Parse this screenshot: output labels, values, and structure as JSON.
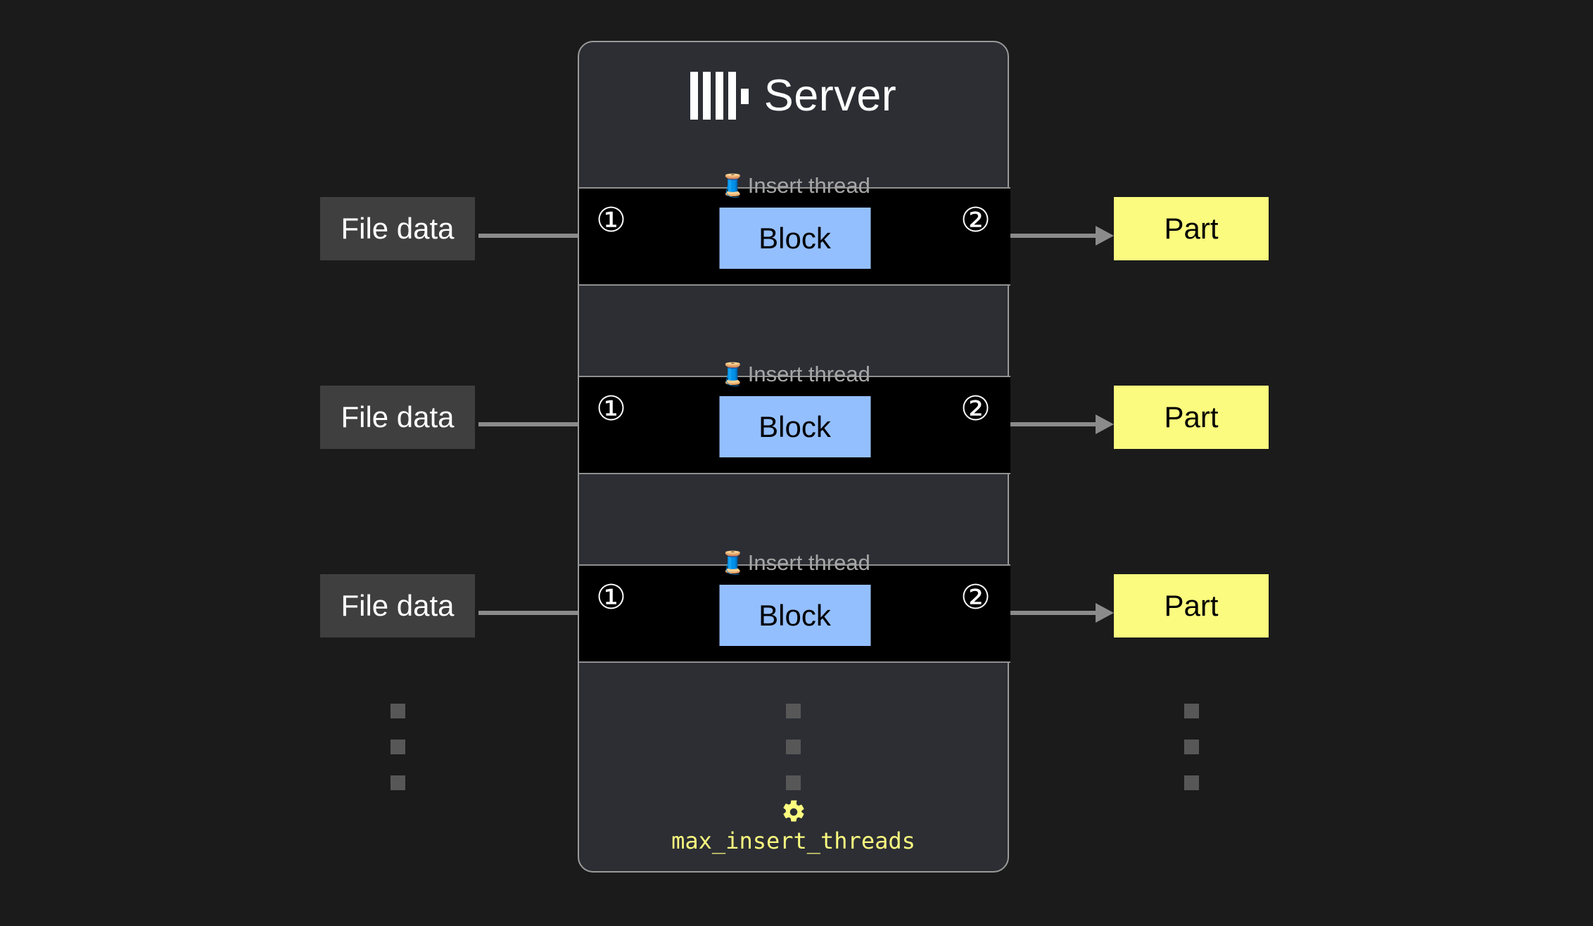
{
  "page": {
    "background_color": "#1b1b1b",
    "title": "ClickHouse parallel insert threads diagram"
  },
  "server": {
    "title": "Server",
    "logo_icon": "clickhouse-logo-icon",
    "card_color": "#2c2e34",
    "border_color": "#9a9a9a",
    "setting": {
      "icon": "gear-icon",
      "name": "max_insert_threads",
      "color": "#fbfb7f"
    },
    "threads": [
      {
        "emoji": "🧵",
        "label": "Insert thread",
        "block_label": "Block",
        "block_color": "#94bfff",
        "step_in": "①",
        "step_out": "②"
      },
      {
        "emoji": "🧵",
        "label": "Insert thread",
        "block_label": "Block",
        "block_color": "#94bfff",
        "step_in": "①",
        "step_out": "②"
      },
      {
        "emoji": "🧵",
        "label": "Insert thread",
        "block_label": "Block",
        "block_color": "#94bfff",
        "step_in": "①",
        "step_out": "②"
      }
    ]
  },
  "inputs": {
    "label": "File data",
    "color": "#3f3f3f",
    "items": [
      {
        "label": "File data"
      },
      {
        "label": "File data"
      },
      {
        "label": "File data"
      }
    ]
  },
  "outputs": {
    "label": "Part",
    "color": "#fbfb7f",
    "items": [
      {
        "label": "Part"
      },
      {
        "label": "Part"
      },
      {
        "label": "Part"
      }
    ]
  },
  "ellipsis": {
    "dot_color": "#575757",
    "dot_count": 3
  },
  "arrows": {
    "color": "#8b8b8b",
    "in_name": "file-data-to-block-arrow",
    "out_name": "block-to-part-arrow"
  }
}
